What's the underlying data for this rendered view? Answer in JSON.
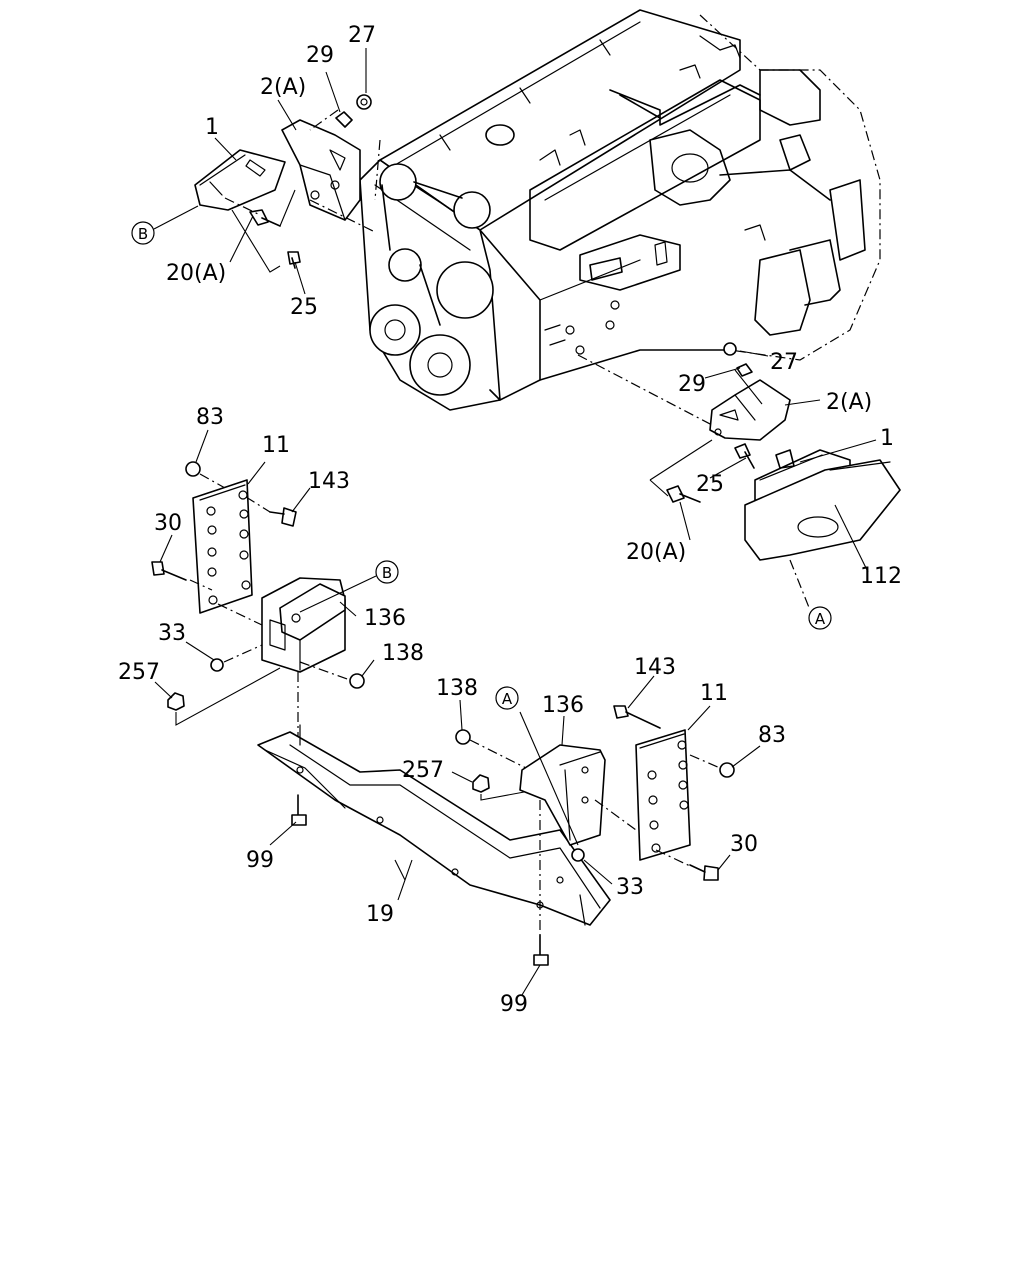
{
  "part_labels": {
    "l27_top": "27",
    "l29_top": "29",
    "l2a_top": "2(A)",
    "l1_top": "1",
    "l20a_top": "20(A)",
    "l25_top": "25",
    "l27_right": "27",
    "l29_right": "29",
    "l2a_right": "2(A)",
    "l1_right": "1",
    "l25_right": "25",
    "l20a_right": "20(A)",
    "l112": "112",
    "l83_left": "83",
    "l11_left": "11",
    "l143_left": "143",
    "l30_left": "30",
    "l136_left": "136",
    "l33_left": "33",
    "l257_left": "257",
    "l138_left": "138",
    "l143_right": "143",
    "l11_right": "11",
    "l83_right": "83",
    "l138_right": "138",
    "l136_right": "136",
    "l257_right": "257",
    "l30_right": "30",
    "l33_right": "33",
    "l99_left": "99",
    "l19": "19",
    "l99_bottom": "99"
  },
  "reference_markers": {
    "b_top": "B",
    "b_mid": "B",
    "a_right": "A",
    "a_mid": "A"
  }
}
